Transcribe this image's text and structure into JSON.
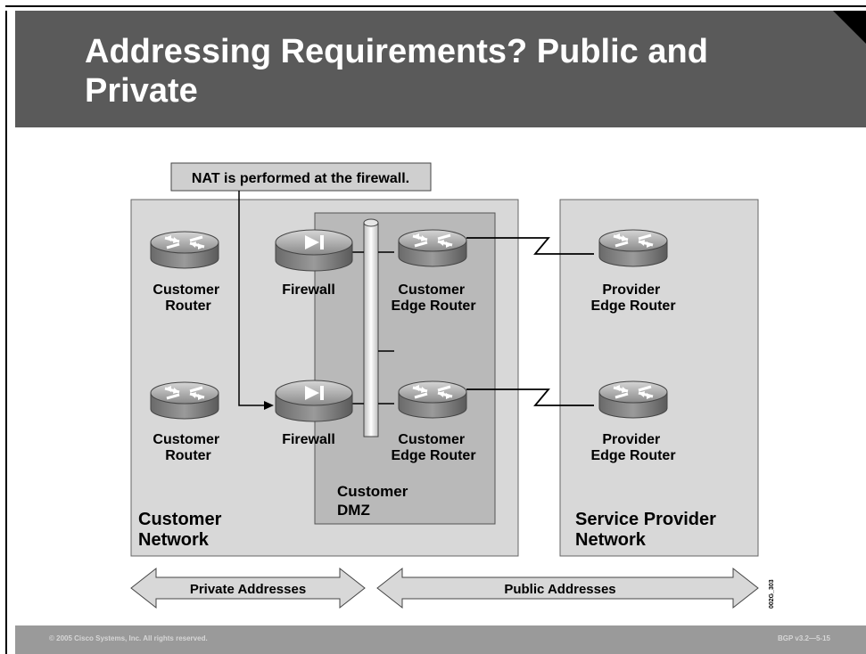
{
  "slide": {
    "title": "Addressing Requirements? Public and Private",
    "footer_left": "© 2005 Cisco Systems, Inc. All rights reserved.",
    "footer_right": "BGP v3.2—5-15"
  },
  "diagram": {
    "callout": "NAT is performed at the firewall.",
    "customer_network": [
      "Customer",
      "Network"
    ],
    "customer_dmz": [
      "Customer",
      "DMZ"
    ],
    "service_provider_network": [
      "Service Provider",
      "Network"
    ],
    "customer_router": [
      "Customer",
      "Router"
    ],
    "firewall": "Firewall",
    "customer_edge_router": [
      "Customer",
      "Edge Router"
    ],
    "provider_edge_router": [
      "Provider",
      "Edge Router"
    ],
    "private_addresses": "Private Addresses",
    "public_addresses": "Public Addresses",
    "figure_id": "002G_303"
  },
  "colors": {
    "title_bar": "#5a5a5a",
    "zone_fill": "#d8d8d8",
    "dmz_fill": "#b9b9b9",
    "callout_fill": "#cfcfcf",
    "footer_bar": "#9a9a9a"
  }
}
